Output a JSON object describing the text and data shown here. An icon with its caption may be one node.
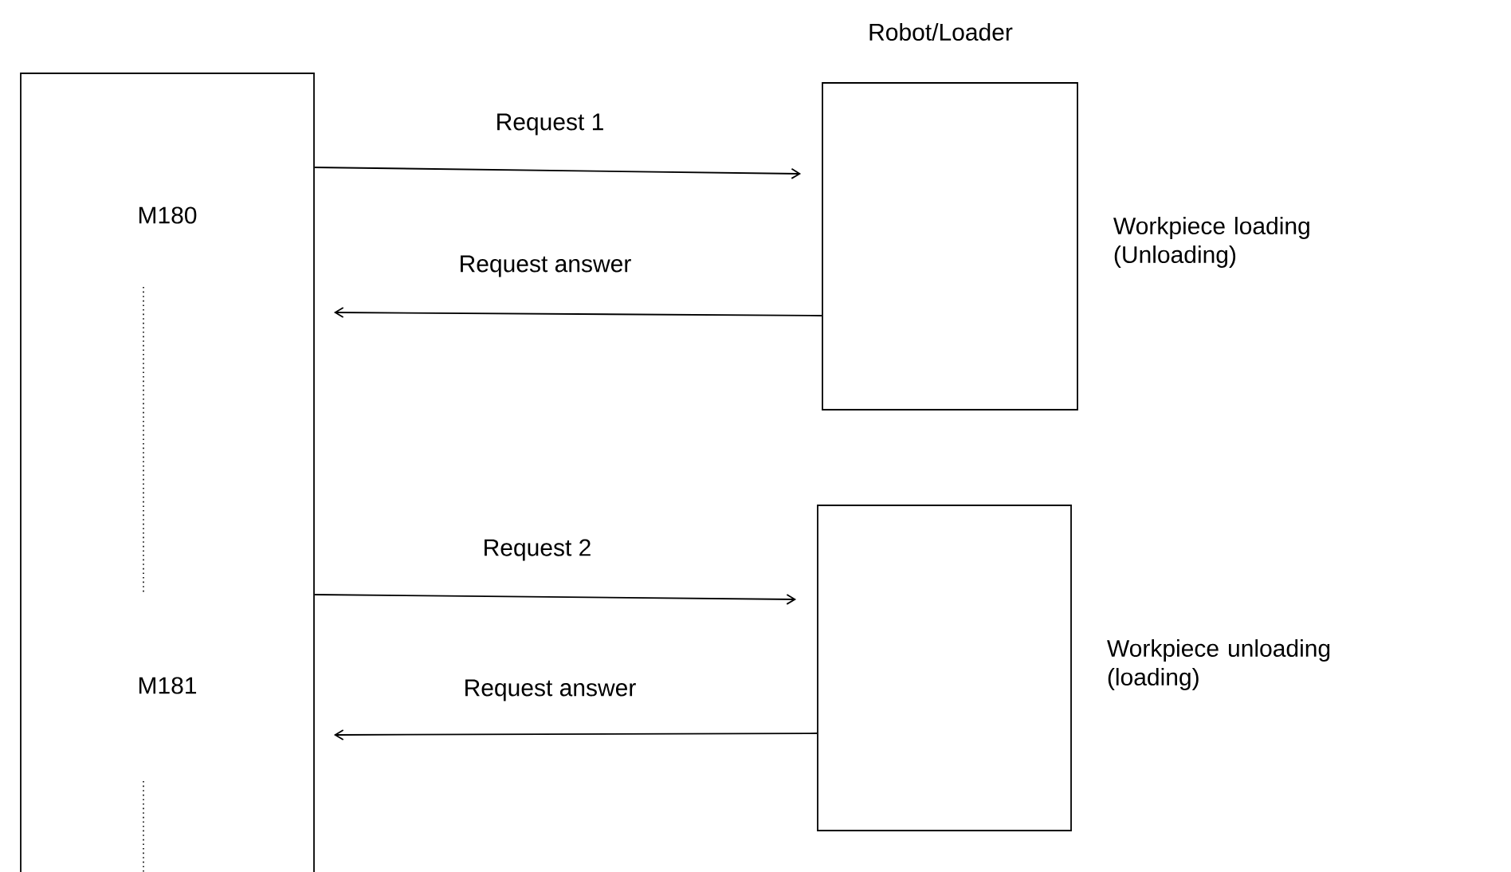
{
  "diagram": {
    "nodes": [
      {
        "text": [
          "M180",
          "M181"
        ]
      },
      {
        "text": [
          "Robot/Loader"
        ],
        "beside": [
          "Workpiece loading (Unloading)"
        ]
      },
      {
        "text": [],
        "shape": "box",
        "beside": [
          "Workpiece unloading (loading)"
        ]
      }
    ],
    "edges": [
      {
        "from": 0,
        "to": 1,
        "arrow": "to",
        "label": "Request 1"
      },
      {
        "from": 1,
        "to": 0,
        "arrow": "to",
        "label": "Request answer"
      },
      {
        "from": 0,
        "to": 2,
        "arrow": "to",
        "label": "Request 2"
      },
      {
        "from": 2,
        "to": 0,
        "arrow": "to",
        "label": "Request answer"
      }
    ]
  }
}
